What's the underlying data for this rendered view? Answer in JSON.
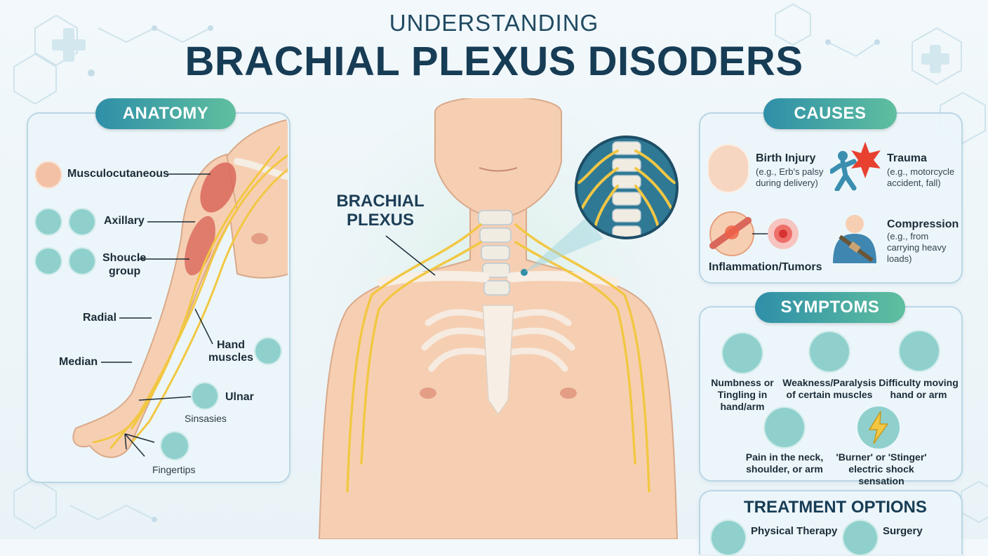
{
  "header": {
    "title_line1": "UNDERSTANDING",
    "title_line2": "BRACHIAL PLEXUS DISODERS"
  },
  "anatomy": {
    "heading": "ANATOMY",
    "labels": {
      "musculocutaneous": "Musculocutaneous",
      "axillary": "Axillary",
      "shoucle_line1": "Shoucle",
      "shoucle_line2": "group",
      "radial": "Radial",
      "median": "Median",
      "hand_line1": "Hand",
      "hand_line2": "muscles",
      "ulnar": "Ulnar",
      "sinsasies": "Sinsasies",
      "fingertips": "Fingertips"
    }
  },
  "center": {
    "label_line1": "BRACHIAL",
    "label_line2": "PLEXUS"
  },
  "causes": {
    "heading": "CAUSES",
    "items": [
      {
        "title": "Birth Injury",
        "detail_line1": "(e.g., Erb's palsy",
        "detail_line2": "during delivery)",
        "icon": "baby-icon"
      },
      {
        "title": "Trauma",
        "detail_line1": "(e.g., motorcycle",
        "detail_line2": "accident, fall)",
        "icon": "impact-icon"
      },
      {
        "title": "Inflammation/Tumors",
        "icon": "inflammation-icon"
      },
      {
        "title": "Compression",
        "detail_line1": "(e.g., from",
        "detail_line2": "carrying heavy",
        "detail_line3": "loads)",
        "icon": "bag-strap-icon"
      }
    ]
  },
  "symptoms": {
    "heading": "SYMPTOMS",
    "items": [
      {
        "line1": "Numbness or",
        "line2": "Tingling in",
        "line3": "hand/arm",
        "icon": "hand-icon"
      },
      {
        "line1": "Weakness/Paralysis",
        "line2": "of certain muscles",
        "icon": "foot-icon"
      },
      {
        "line1": "Difficulty moving",
        "line2": "hand or arm",
        "icon": "hand-grip-icon"
      },
      {
        "line1": "Pain in the neck,",
        "line2": "shoulder, or arm",
        "icon": "neck-pain-icon"
      },
      {
        "line1": "'Burner' or 'Stinger'",
        "line2": "electric shock sensation",
        "icon": "lightning-icon"
      }
    ]
  },
  "treatment": {
    "heading": "TREATMENT OPTIONS",
    "items": [
      {
        "label": "Physical Therapy",
        "icon": "therapy-icon"
      },
      {
        "label": "Surgery",
        "icon": "scalpel-icon"
      }
    ]
  },
  "colors": {
    "pill_start": "#2e8fa8",
    "pill_end": "#5fbf9f",
    "nerve": "#f2c744",
    "skin": "#f6cfb3",
    "muscle": "#d9675a",
    "title": "#173c55"
  }
}
